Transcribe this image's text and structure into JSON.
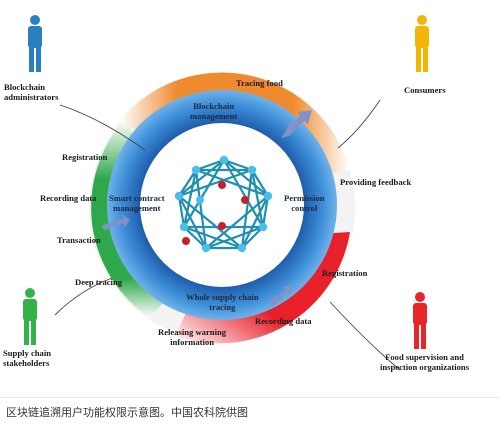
{
  "roles": {
    "blockchain_administrators": "Blockchain\nadministrators",
    "consumers": "Consumers",
    "supply_chain_stakeholders": "Supply chain\nstakeholders",
    "food_supervision": "Food supervision and\ninspection organizations"
  },
  "outer_ring": {
    "tracing_food": "Tracing food",
    "providing_feedback": "Providing feedback",
    "registration_right": "Registration",
    "recording_data_bottom": "Recording data",
    "releasing_warning": "Releasing warning\ninformation",
    "deep_tracing": "Deep tracing",
    "transaction": "Transaction",
    "recording_data_left": "Recording data",
    "registration_left": "Registration"
  },
  "inner_ring": {
    "blockchain_management": "Blockchain\nmanagement",
    "permission_control": "Permission\ncontrol",
    "whole_supply_chain_tracing": "Whole supply chain\ntracing",
    "smart_contract_management": "Smart contract\nmanagement"
  },
  "caption": "区块链追溯用户功能权限示意图。中国农科院供图",
  "colors": {
    "orange": "#f08a2e",
    "green": "#2ea84a",
    "red": "#e8202a",
    "blue_inner": "#2a72c4",
    "figure_admin": "#2a7fc0",
    "figure_consumer": "#f2b705",
    "figure_stakeholder": "#34b24a",
    "figure_supervision": "#e8252b"
  },
  "icons": [
    "person-icon",
    "double-arrow-icon",
    "network-graph-icon"
  ]
}
